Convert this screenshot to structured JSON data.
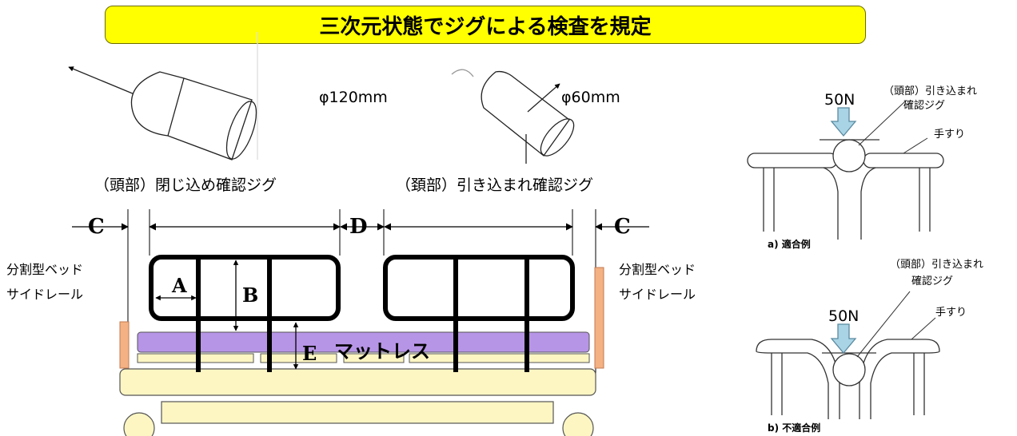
{
  "title": "三次元状態でジグによる検査を規定",
  "jigs": {
    "head": {
      "dimension": "φ120mm",
      "caption": "（頭部）閉じ込め確認ジグ"
    },
    "neck": {
      "dimension": "φ60mm",
      "caption": "（頚部）引き込まれ確認ジグ"
    }
  },
  "bed": {
    "labels": {
      "a": "A",
      "b": "B",
      "c": "C",
      "d": "D",
      "e": "E"
    },
    "mattress": "マットレス",
    "rail_left": [
      "分割型ベッド",
      "サイドレール"
    ],
    "rail_right": [
      "分割型ベッド",
      "サイドレール"
    ],
    "colors": {
      "mattress": "#b795e6",
      "frame": "#fdf6c3",
      "rail_post": "#f4b183"
    }
  },
  "examples": {
    "conforming": {
      "force": "50N",
      "jig_label": [
        "（頭部）引き込まれ",
        "確認ジグ"
      ],
      "handrail": "手すり",
      "caption": "a)  適合例"
    },
    "nonconforming": {
      "force": "50N",
      "jig_label": [
        "（頭部）引き込まれ",
        "確認ジグ"
      ],
      "handrail": "手すり",
      "caption": "b)  不適合例"
    },
    "arrow_color": "#a9d4e6"
  }
}
